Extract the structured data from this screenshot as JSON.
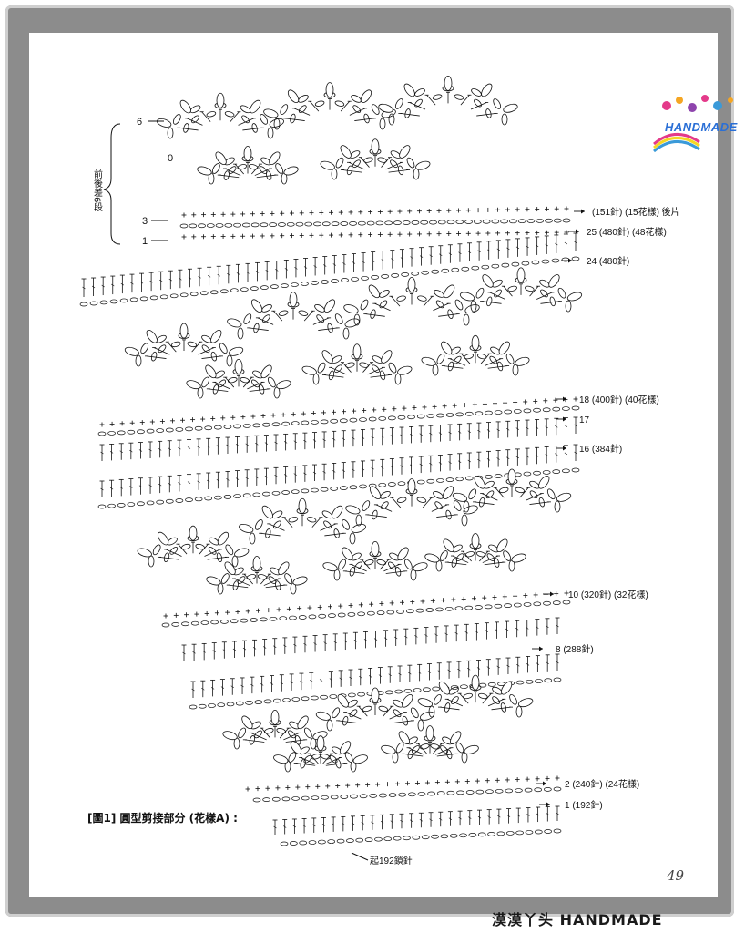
{
  "figure": {
    "title": "[圖1] 圓型剪接部分 (花樣A) :",
    "page_number": "49",
    "start_label": "起192鎖針",
    "side_note": "前後差6段",
    "left_rows": [
      "6",
      "3",
      "1"
    ],
    "left_row_extra": "0",
    "right_labels": [
      {
        "id": "r151",
        "text": "(151針) (15花樣) 後片"
      },
      {
        "id": "r25",
        "text": "25 (480針) (48花樣)"
      },
      {
        "id": "r24",
        "text": "24 (480針)"
      },
      {
        "id": "r18",
        "text": "18 (400針) (40花樣)"
      },
      {
        "id": "r17",
        "text": "17"
      },
      {
        "id": "r16",
        "text": "16 (384針)"
      },
      {
        "id": "r10",
        "text": "10 (320針) (32花樣)"
      },
      {
        "id": "r8",
        "text": "8 (288針)"
      },
      {
        "id": "r2",
        "text": "2 (240針) (24花樣)"
      },
      {
        "id": "r1",
        "text": "1 (192針)"
      }
    ]
  },
  "branding": {
    "logo_text": "HANDMADE",
    "watermark": "漠漠丫头 HANDMADE"
  }
}
